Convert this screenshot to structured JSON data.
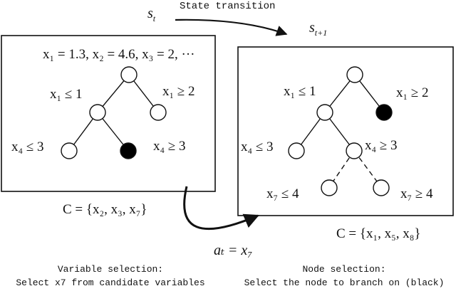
{
  "top_label": {
    "state_from": "s_t",
    "transition": "State transition",
    "state_to": "s_{t+1}"
  },
  "left_tree": {
    "assignment": "x₁ = 1.3, x₂ = 4.6, x₃ = 2, ···",
    "edge_labels": [
      "x₁ ≤ 1",
      "x₁ ≥ 2",
      "x₄ ≤ 3",
      "x₄ ≥ 3"
    ],
    "candidates": "C = {x₂, x₃, x₇}"
  },
  "right_tree": {
    "edge_labels": [
      "x₁ ≤ 1",
      "x₁ ≥ 2",
      "x₄ ≤ 3",
      "x₄ ≥ 3",
      "x₇ ≤ 4",
      "x₇ ≥ 4"
    ],
    "candidates": "C = {x₁, x₅, x₈}"
  },
  "action": "aₜ = x₇",
  "captions": {
    "left_title": "Variable selection:",
    "left_desc": "Select x7 from candidate variables",
    "right_title": "Node selection:",
    "right_desc": "Select the node to branch on (black)"
  },
  "colors": {
    "stroke": "#111111",
    "selected_node": "#000000",
    "node_fill": "#ffffff"
  }
}
